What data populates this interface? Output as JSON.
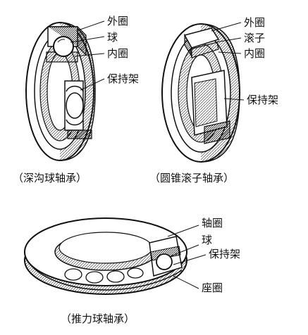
{
  "diagrams": {
    "deep_groove": {
      "caption": "（深沟球轴承）",
      "labels": {
        "outer_ring": "外圈",
        "ball": "球",
        "inner_ring": "内圈",
        "cage": "保持架"
      }
    },
    "tapered_roller": {
      "caption": "（圆锥滚子轴承）",
      "labels": {
        "outer_ring": "外圈",
        "roller": "滚子",
        "inner_ring": "内圈",
        "cage": "保持架"
      }
    },
    "thrust_ball": {
      "caption": "（推力球轴承）",
      "labels": {
        "shaft_ring": "轴圈",
        "ball": "球",
        "cage": "保持架",
        "seat_ring": "座圈"
      }
    }
  }
}
